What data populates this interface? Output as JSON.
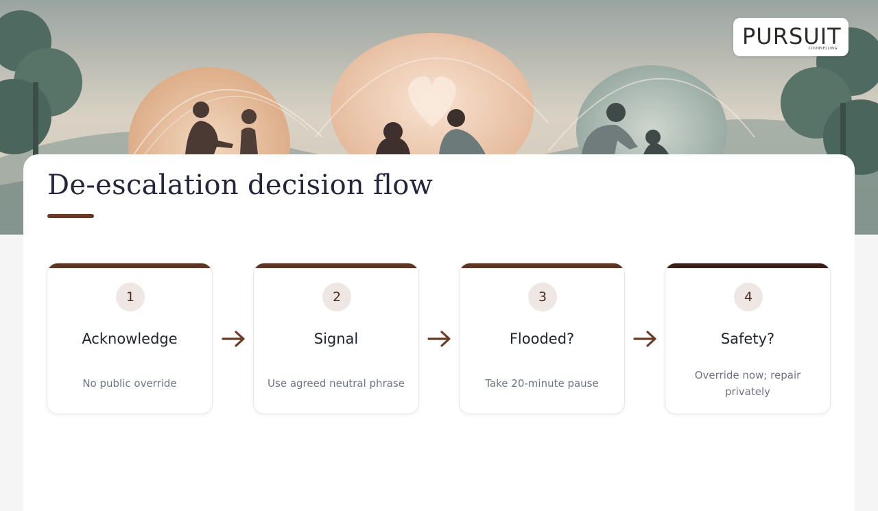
{
  "brand": {
    "logo_text": "PURSUIT",
    "logo_sub": "COUNSELLING"
  },
  "page": {
    "title": "De-escalation decision flow"
  },
  "steps": [
    {
      "number": "1",
      "title": "Acknowledge",
      "desc": "No public override"
    },
    {
      "number": "2",
      "title": "Signal",
      "desc": "Use agreed neutral phrase"
    },
    {
      "number": "3",
      "title": "Flooded?",
      "desc": "Take 20-minute pause"
    },
    {
      "number": "4",
      "title": "Safety?",
      "desc": "Override now; repair privately"
    }
  ],
  "colors": {
    "accent": "#6b3a26",
    "card_top_bar": "#5e3424",
    "title": "#23263a",
    "muted_text": "#6d7485",
    "badge_bg": "#eee7e4"
  },
  "icons": {
    "connector": "arrow-right-icon"
  }
}
